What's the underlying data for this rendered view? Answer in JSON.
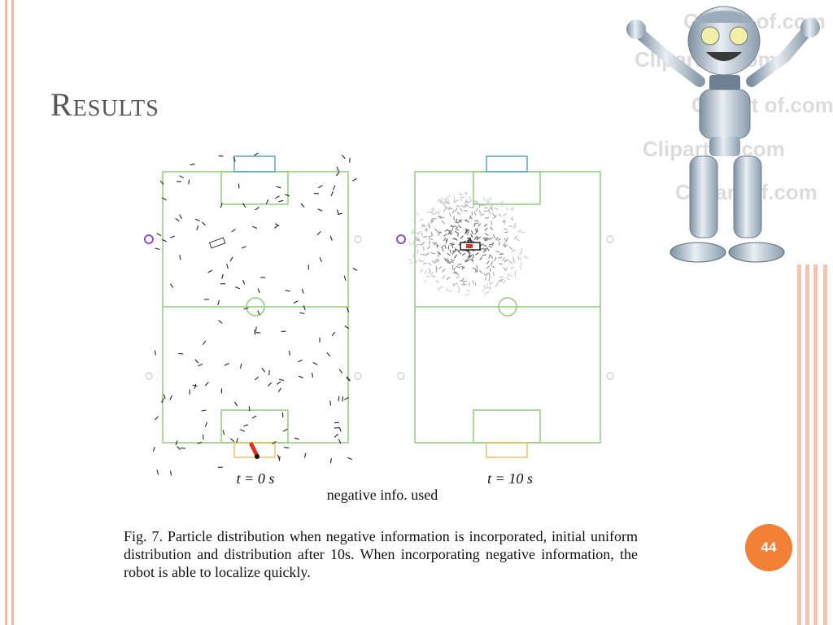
{
  "slide": {
    "title": "Results",
    "page_number": "44"
  },
  "figure": {
    "panels": [
      {
        "time_label": "t = 0 s"
      },
      {
        "time_label": "t = 10 s"
      }
    ],
    "subtitle": "negative info. used",
    "caption": "Fig. 7.   Particle distribution when negative information is incorporated, initial uniform distribution and distribution after 10s. When incorporating negative information, the robot is able to localize quickly."
  },
  "clipart": {
    "watermark_lines": [
      "Clipart of.com",
      "Clipart of.com",
      "Clipart of.com",
      "Clipart of.com",
      "Clipart of.com"
    ]
  },
  "colors": {
    "field_line": "#8fcf7a",
    "blue_goal": "#5aa5c8",
    "yellow_goal": "#f0c060",
    "badge": "#f28037",
    "stripe": "#f4b7a6"
  }
}
